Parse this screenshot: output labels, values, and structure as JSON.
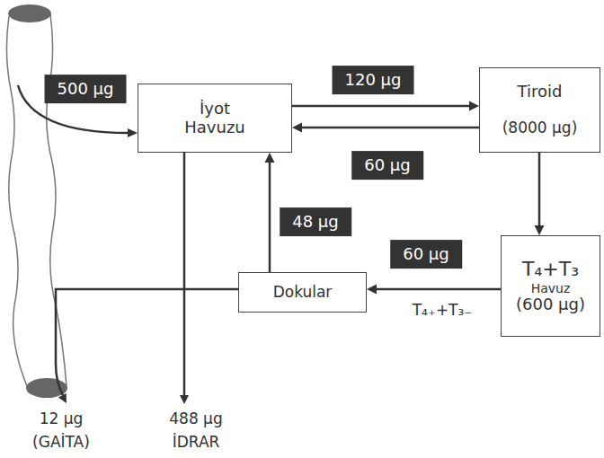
{
  "diagram": {
    "nodes": [
      {
        "text": [
          "İyot Havuzu"
        ]
      },
      {
        "text": [
          "Tiroid",
          "(8000 μg)"
        ]
      },
      {
        "text": [
          "T₄+T₃",
          "Havuz",
          "(600 μg)"
        ]
      },
      {
        "text": [
          "Dokular"
        ]
      }
    ],
    "edges": [
      {
        "from": 0,
        "to": 1,
        "label": "120 μg",
        "arrow": "to"
      },
      {
        "from": 1,
        "to": 0,
        "label": "60 μg",
        "arrow": "to"
      },
      {
        "from": 1,
        "to": 2,
        "arrow": "to"
      },
      {
        "from": 2,
        "to": 3,
        "label": "60 μg",
        "arrow": "to"
      },
      {
        "from": 3,
        "to": 0,
        "label": "48 μg",
        "arrow": "to"
      }
    ],
    "labels": [
      "500 μg",
      "T₄₊+T₃₋",
      "12 μg",
      "(GAİTA)",
      "488 μg",
      "İDRAR"
    ]
  }
}
